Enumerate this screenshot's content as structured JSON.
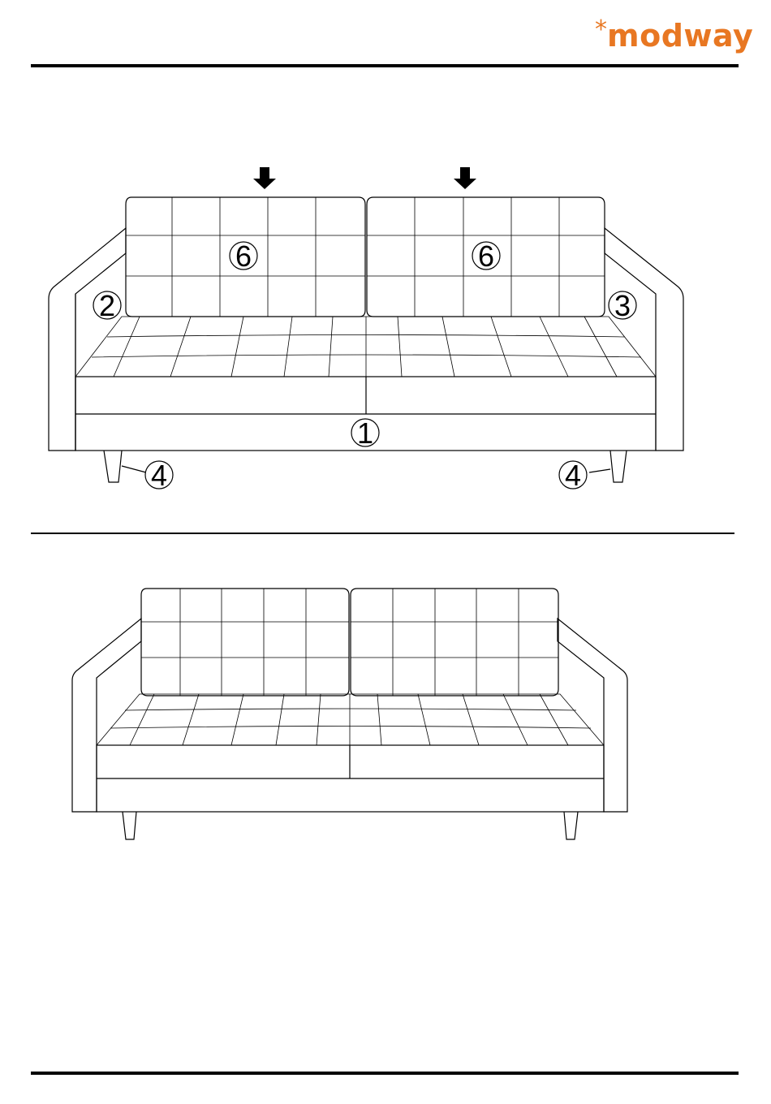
{
  "brand": {
    "star": "*",
    "name": "modway",
    "color": "#e87722"
  },
  "figure_top": {
    "labels": {
      "frame": "1",
      "left_arm": "2",
      "right_arm": "3",
      "leg_left": "4",
      "leg_right": "4",
      "back_cushion_left": "6",
      "back_cushion_right": "6"
    },
    "arrow_icon": "down-arrow-icon"
  },
  "figure_bottom": {}
}
